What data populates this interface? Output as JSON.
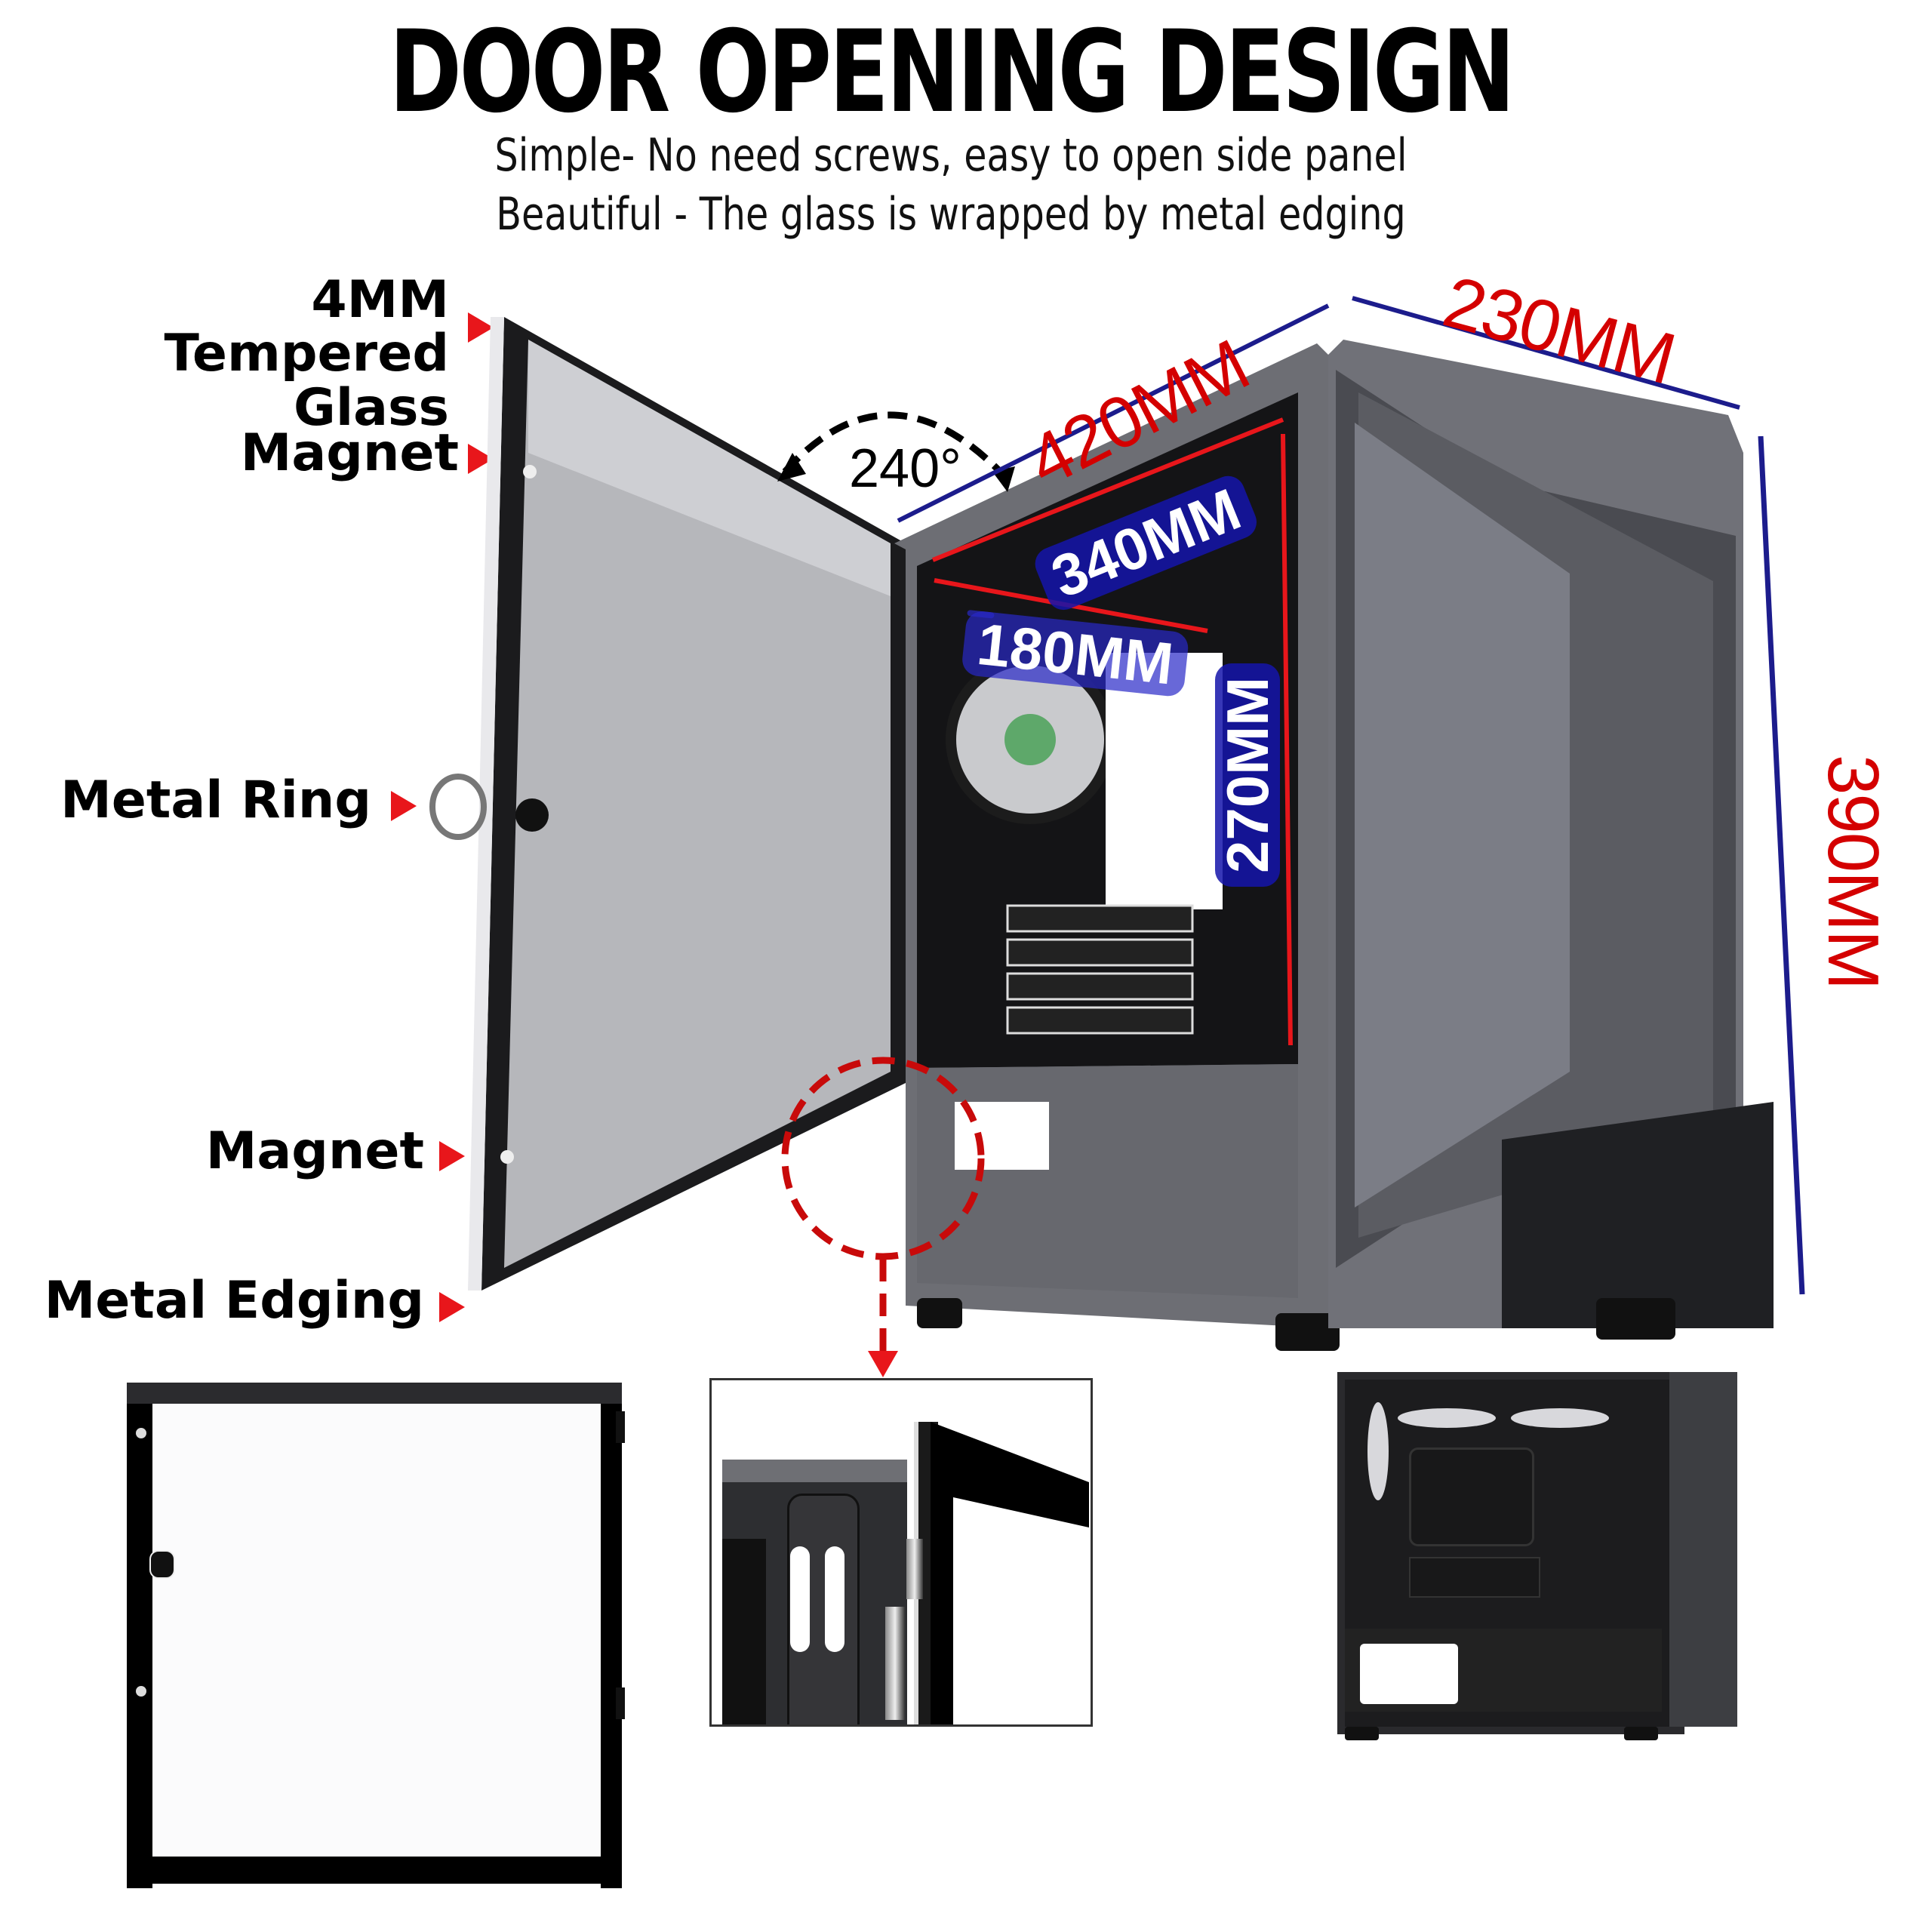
{
  "header": {
    "title": "DOOR OPENING DESIGN",
    "subtitle_lines": [
      "Simple- No need screws, easy to open side panel",
      "Beautiful - The glass is wrapped by metal edging"
    ]
  },
  "callouts": [
    {
      "id": "tempered-glass",
      "lines": [
        "4MM",
        "Tempered Glass"
      ]
    },
    {
      "id": "magnet-top",
      "lines": [
        "Magnet"
      ]
    },
    {
      "id": "metal-ring",
      "lines": [
        "Metal Ring"
      ]
    },
    {
      "id": "magnet-bottom",
      "lines": [
        "Magnet"
      ]
    },
    {
      "id": "metal-edging",
      "lines": [
        "Metal Edging"
      ]
    }
  ],
  "door": {
    "opening_angle": "240°"
  },
  "external_dimensions": {
    "length": "420MM",
    "width": "230MM",
    "height": "390MM"
  },
  "internal_clearances": {
    "gpu_length": "340MM",
    "cpu_cooler_height": "180MM",
    "radiator_height": "270MM"
  },
  "colors": {
    "dimension_text": "#d40000",
    "dimension_line": "#1c1c8c",
    "clearance_line": "#e8161b",
    "badge_bg": "#1414aa",
    "callout_arrow": "#e8161b",
    "case_gray": "#6f717a",
    "case_dark": "#2a2b2f"
  },
  "bottom_panels": [
    {
      "id": "door-panel-front-view",
      "description": "glass side panel with metal edging"
    },
    {
      "id": "hinge-closeup",
      "description": "hinge detail zoom"
    },
    {
      "id": "case-interior-view",
      "description": "case with side panel removed"
    }
  ]
}
